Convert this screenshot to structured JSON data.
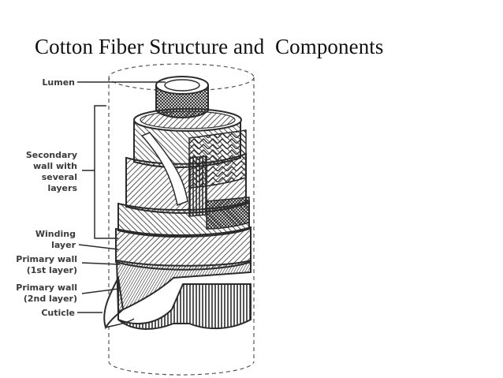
{
  "title": "Cotton Fiber Structure and  Components",
  "labels": {
    "lumen": "Lumen",
    "secondary_wall": [
      "Secondary",
      "wall with",
      "several",
      "layers"
    ],
    "winding_layer": [
      "Winding",
      "layer"
    ],
    "primary_wall_1": [
      "Primary wall",
      "(1st layer)"
    ],
    "primary_wall_2": [
      "Primary wall",
      "(2nd layer)"
    ],
    "cuticle": "Cuticle"
  },
  "colors": {
    "ink": "#2b2b2b",
    "label": "#3a3a3a",
    "background": "#ffffff"
  }
}
